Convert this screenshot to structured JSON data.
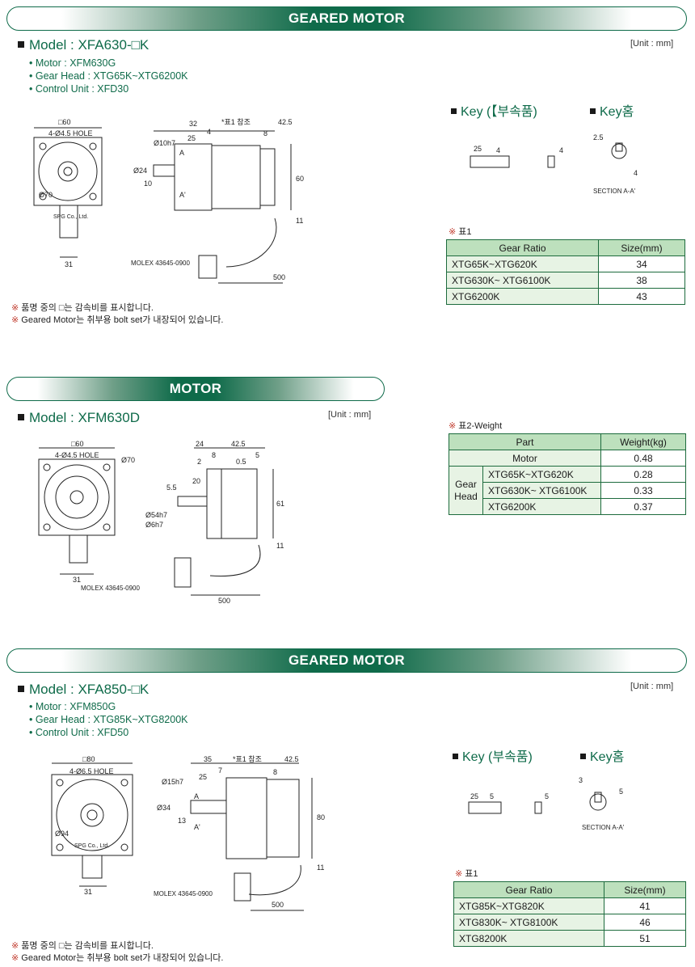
{
  "section1": {
    "banner": "GEARED MOTOR",
    "model": "Model : XFA630-□K",
    "specs": [
      "• Motor : XFM630G",
      "• Gear Head : XTG65K~XTG6200K",
      "• Control Unit : XFD30"
    ],
    "unit": "[Unit : mm]",
    "key_part": "Key (【부속품)",
    "key_groove": "Key홈",
    "drawing": {
      "flange": "□60",
      "hole": "4-Ø4.5 HOLE",
      "pcd": "Ø70",
      "brand": "SPG Co., Ltd.",
      "base_w": "31",
      "shaft_dia": "Ø10h7",
      "boss_dia": "Ø24",
      "key_len": "10",
      "d32": "32",
      "d25": "25",
      "d4": "4",
      "ref": "*표1 참조",
      "d8": "8",
      "d425": "42.5",
      "d60": "60",
      "d11": "11",
      "section_a": "A",
      "section_a2": "A'",
      "molex": "MOLEX 43645-0900",
      "cable": "500",
      "key_len_k": "25",
      "key_w": "4",
      "key_h": "4",
      "groove_w": "2.5",
      "groove_h": "4",
      "section": "SECTION A-A'"
    },
    "table_title": "표1",
    "table_head": [
      "Gear Ratio",
      "Size(mm)"
    ],
    "table_rows": [
      [
        "XTG65K~XTG620K",
        "34"
      ],
      [
        "XTG630K~ XTG6100K",
        "38"
      ],
      [
        "XTG6200K",
        "43"
      ]
    ],
    "notes": [
      "품명 중의 □는 감속비를 표시합니다.",
      "Geared Motor는 취부용 bolt set가 내장되어 있습니다."
    ]
  },
  "section2": {
    "banner": "MOTOR",
    "model": "Model : XFM630D",
    "unit": "[Unit : mm]",
    "drawing": {
      "flange": "□60",
      "hole": "4-Ø4.5 HOLE",
      "pcd": "Ø70",
      "base_w": "31",
      "d24": "24",
      "d425": "42.5",
      "d2": "2",
      "d8": "8",
      "d05": "0.5",
      "d5": "5",
      "d20": "20",
      "d55": "5.5",
      "dia54": "Ø54h7",
      "dia6": "Ø6h7",
      "d61": "61",
      "d11": "11",
      "molex": "MOLEX 43645-0900",
      "cable": "500"
    },
    "table_title": "표2-Weight",
    "table_head": [
      "Part",
      "Weight(kg)"
    ],
    "motor_row": [
      "Motor",
      "0.48"
    ],
    "gear_label": "Gear Head",
    "gear_rows": [
      [
        "XTG65K~XTG620K",
        "0.28"
      ],
      [
        "XTG630K~ XTG6100K",
        "0.33"
      ],
      [
        "XTG6200K",
        "0.37"
      ]
    ]
  },
  "section3": {
    "banner": "GEARED MOTOR",
    "model": "Model : XFA850-□K",
    "specs": [
      "• Motor : XFM850G",
      "• Gear Head : XTG85K~XTG8200K",
      "• Control Unit : XFD50"
    ],
    "unit": "[Unit : mm]",
    "key_part": "Key (부속품)",
    "key_groove": "Key홈",
    "drawing": {
      "flange": "□80",
      "hole": "4-Ø6.5 HOLE",
      "pcd": "Ø94",
      "brand": "SPG Co., Ltd.",
      "base_w": "31",
      "shaft_dia": "Ø15h7",
      "boss_dia": "Ø34",
      "key_len": "13",
      "d35": "35",
      "d25": "25",
      "d7": "7",
      "ref": "*표1 참조",
      "d8": "8",
      "d425": "42.5",
      "d80": "80",
      "d11": "11",
      "section_a": "A",
      "section_a2": "A'",
      "molex": "MOLEX 43645-0900",
      "cable": "500",
      "key_len_k": "25",
      "key_w": "5",
      "key_h": "5",
      "groove_w": "3",
      "groove_h": "5",
      "section": "SECTION A-A'"
    },
    "table_title": "표1",
    "table_head": [
      "Gear Ratio",
      "Size(mm)"
    ],
    "table_rows": [
      [
        "XTG85K~XTG820K",
        "41"
      ],
      [
        "XTG830K~ XTG8100K",
        "46"
      ],
      [
        "XTG8200K",
        "51"
      ]
    ],
    "notes": [
      "품명 중의 □는 감속비를 표시합니다.",
      "Geared Motor는 취부용 bolt set가 내장되어 있습니다."
    ]
  }
}
